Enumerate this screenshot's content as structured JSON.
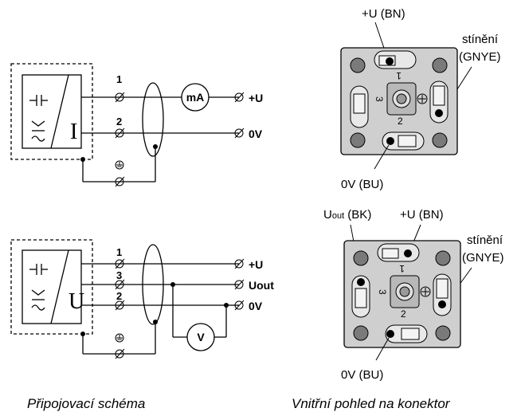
{
  "schematic_top": {
    "symbol_letter": "I",
    "pins": [
      "1",
      "2"
    ],
    "meter_label": "mA",
    "terminals": [
      "+U",
      "0V"
    ]
  },
  "schematic_bottom": {
    "symbol_letter": "U",
    "pins": [
      "1",
      "3",
      "2"
    ],
    "meter_label": "V",
    "terminals": [
      "+U",
      "Uout",
      "0V"
    ]
  },
  "connector_top": {
    "labels": {
      "plus_u": "+U (BN)",
      "shield_line1": "stínění",
      "shield_line2": "(GNYE)",
      "zero_v": "0V (BU)"
    },
    "pin_numbers": [
      "1",
      "3",
      "2"
    ]
  },
  "connector_bottom": {
    "labels": {
      "uout_main": "U",
      "uout_sub": "out",
      "uout_rest": " (BK)",
      "plus_u": "+U (BN)",
      "shield_line1": "stínění",
      "shield_line2": "(GNYE)",
      "zero_v": "0V (BU)"
    },
    "pin_numbers": [
      "1",
      "3",
      "2"
    ]
  },
  "captions": {
    "left": "Připojovací schéma",
    "right": "Vnitřní pohled na konektor"
  }
}
